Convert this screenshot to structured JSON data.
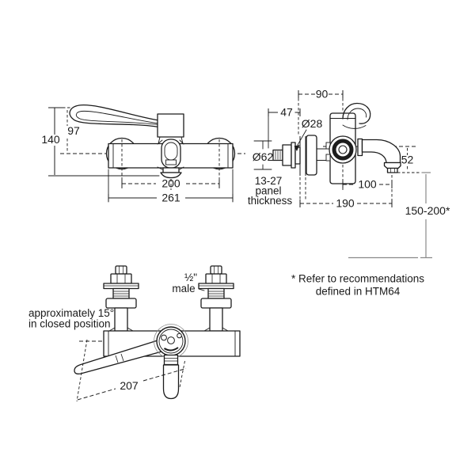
{
  "front_view": {
    "dim_97": "97",
    "dim_140": "140",
    "dim_200": "200",
    "dim_261": "261"
  },
  "side_view": {
    "dim_90": "90",
    "dim_47": "47",
    "dim_dia28": "Ø28",
    "dim_dia62": "Ø62",
    "dim_52": "52",
    "dim_100": "100",
    "dim_190": "190",
    "dim_range": "150-200*",
    "panel_note_line1": "13-27",
    "panel_note_line2": "panel",
    "panel_note_line3": "thickness"
  },
  "bottom_view": {
    "dim_207": "207",
    "angle_note_line1": "approximately 15°",
    "angle_note_line2": "in closed position",
    "thread_note_line1": "½\"",
    "thread_note_line2": "male"
  },
  "footnote": {
    "line1": "* Refer to recommendations",
    "line2": "defined in HTM64"
  },
  "colors": {
    "line": "#1c1c1c",
    "text": "#1a1a1a",
    "reference_gray": "#8a8a8a",
    "background": "#ffffff"
  }
}
